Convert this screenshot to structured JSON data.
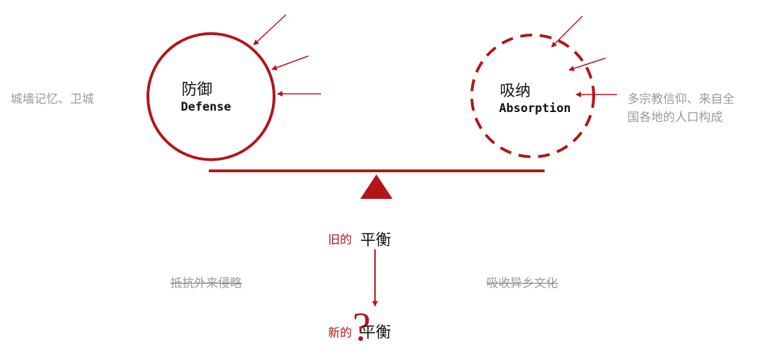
{
  "left_note": "城墙记忆、卫城",
  "defense": {
    "cn": "防御",
    "en": "Defense",
    "desc": "抵抗外来侵略"
  },
  "absorption": {
    "cn": "吸纳",
    "en": "Absorption",
    "desc": "吸收异乡文化"
  },
  "right_note": {
    "line1": "多宗教信仰、来自全",
    "line2": "国各地的人口构成"
  },
  "old_balance": {
    "prefix": "旧的",
    "label": "平衡"
  },
  "new_balance": {
    "prefix": "新的",
    "mark": "?",
    "label": "平衡"
  },
  "colors": {
    "accent": "#b3151b",
    "muted_text": "#9a9a9a",
    "text": "#111111"
  }
}
